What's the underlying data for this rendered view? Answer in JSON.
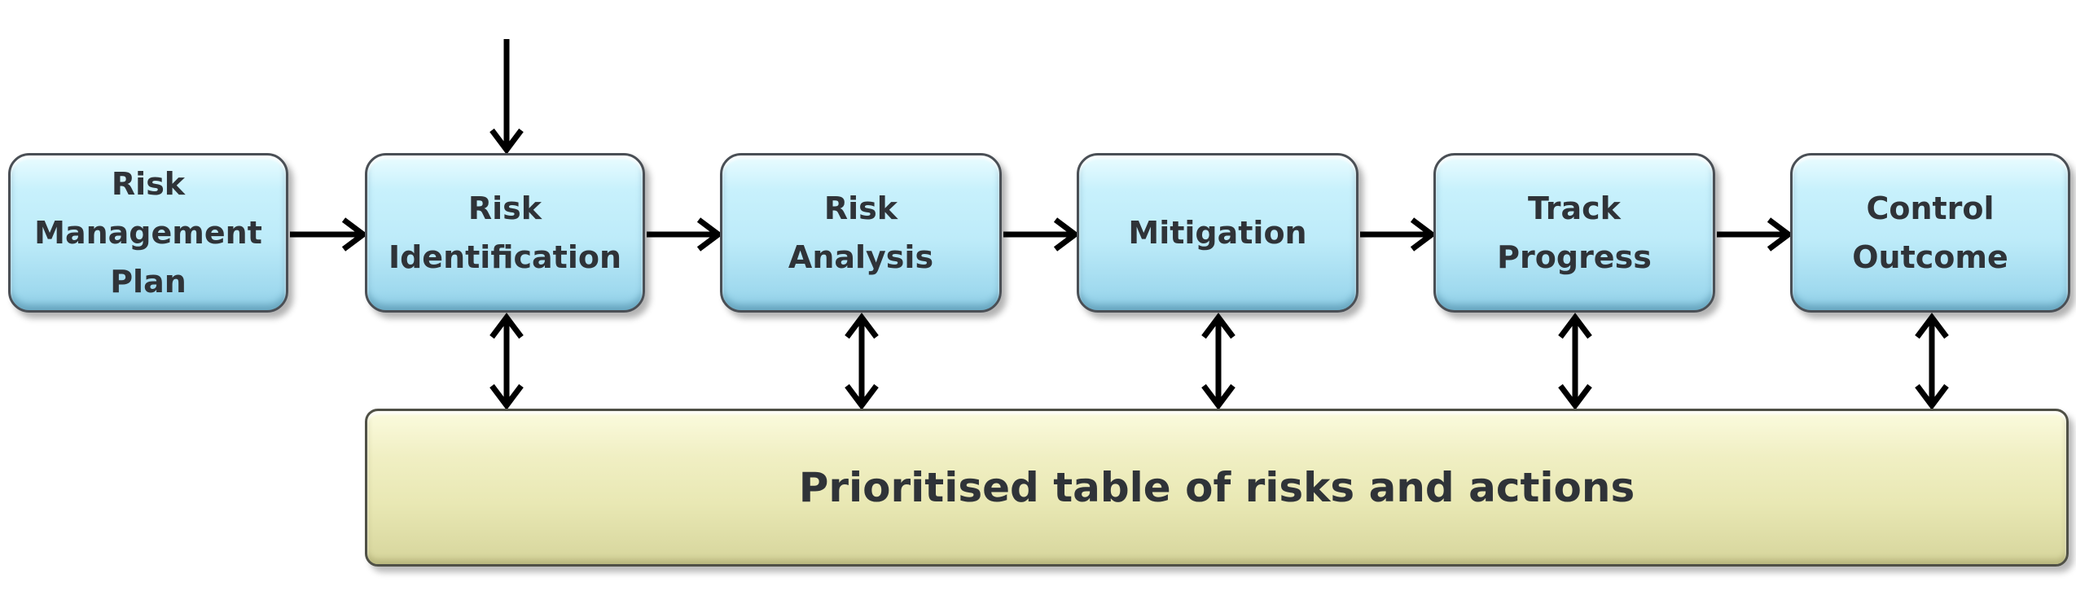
{
  "diagram": {
    "steps": [
      {
        "label": "Risk\nManagement\nPlan"
      },
      {
        "label": "Risk\nIdentification"
      },
      {
        "label": "Risk\nAnalysis"
      },
      {
        "label": "Mitigation"
      },
      {
        "label": "Track\nProgress"
      },
      {
        "label": "Control\nOutcome"
      }
    ],
    "table_label": "Prioritised table of risks and actions",
    "colors": {
      "step_fill": "#c8f1fc",
      "table_fill": "#f0efc3",
      "arrow": "#000000",
      "text": "#2f3338"
    }
  }
}
